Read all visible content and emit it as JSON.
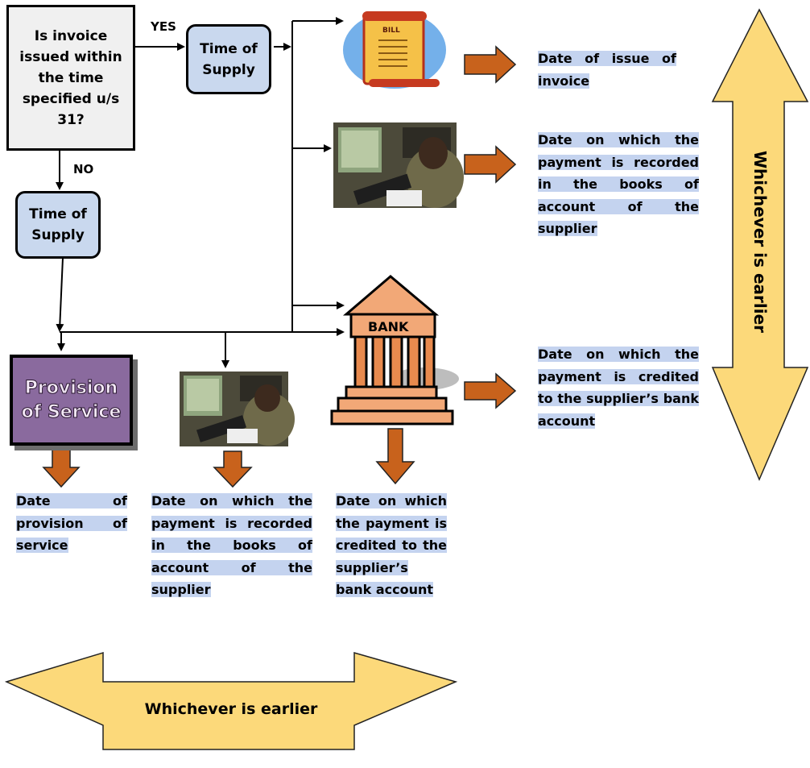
{
  "question": {
    "text": "Is invoice issued within the time specified u/s 31?",
    "yes_label": "YES",
    "no_label": "NO"
  },
  "time_of_supply": {
    "yes_label": "Time of Supply",
    "no_label": "Time of Supply"
  },
  "provision": {
    "label": "Provision of Service"
  },
  "right_column": {
    "bill_icon_text": "BILL",
    "invoice_date": "Date of issue of invoice",
    "recorded_date": "Date on which the payment is recorded in the books of account of the supplier",
    "credited_date": "Date on which the payment is credited to the supplier’s bank account",
    "bank_icon_text": "BANK"
  },
  "bottom_row": {
    "provision_date": "Date of provision of service",
    "recorded_date": "Date on which the payment is recorded in the books of account of the supplier",
    "credited_date": "Date on which the payment is credited to the supplier’s bank account"
  },
  "whichever": {
    "vertical": "Whichever is earlier",
    "horizontal": "Whichever is earlier"
  },
  "colors": {
    "arrow_fill": "#c8621c",
    "big_arrow_fill": "#fcd97a",
    "tos_fill": "#c9d8ee",
    "highlight": "#c4d3ef",
    "provision_fill": "#8a6a9e"
  }
}
